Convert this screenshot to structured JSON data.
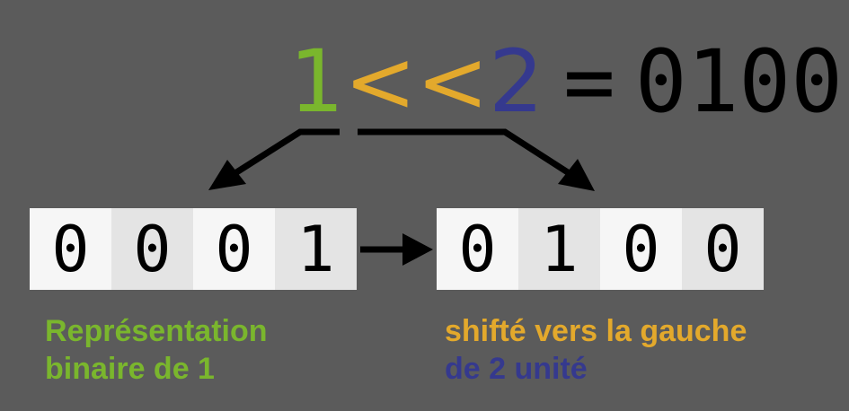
{
  "expression": {
    "operand": "1",
    "operator": "<<",
    "shift": "2",
    "equals": "=",
    "result": "0100"
  },
  "bits_before": [
    "0",
    "0",
    "0",
    "1"
  ],
  "bits_after": [
    "0",
    "1",
    "0",
    "0"
  ],
  "captions": {
    "left_line1": "Représentation",
    "left_line2": "binaire de 1",
    "right_line1": "shifté vers la gauche",
    "right_line2": "de 2 unité"
  },
  "colors": {
    "background": "#5b5b5b",
    "green": "#7ab62d",
    "orange": "#e3a92c",
    "blue": "#35398e",
    "black": "#000000"
  }
}
